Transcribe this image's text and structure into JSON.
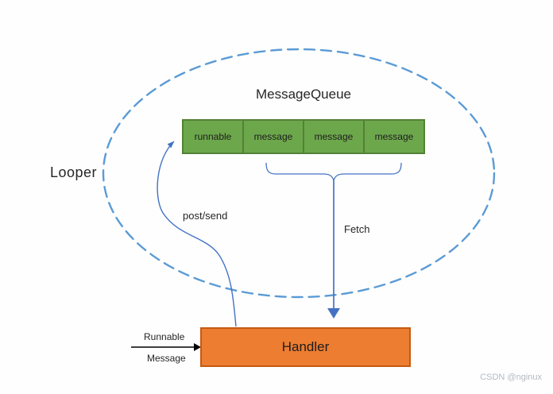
{
  "diagram": {
    "looper_label": "Looper",
    "message_queue": {
      "title": "MessageQueue",
      "cells": [
        "runnable",
        "message",
        "message",
        "message"
      ]
    },
    "handler": {
      "label": "Handler"
    },
    "arrows": {
      "post_send_label": "post/send",
      "fetch_label": "Fetch",
      "input_top_label": "Runnable",
      "input_bottom_label": "Message"
    },
    "colors": {
      "looper_ellipse_dash": "#5B9BD5",
      "connector_blue": "#4472C4",
      "queue_fill": "#6DA74C",
      "queue_border": "#538135",
      "handler_fill": "#ED7D31",
      "handler_border": "#C55A11",
      "input_arrow": "#000000"
    }
  },
  "watermark": "CSDN @nginux"
}
